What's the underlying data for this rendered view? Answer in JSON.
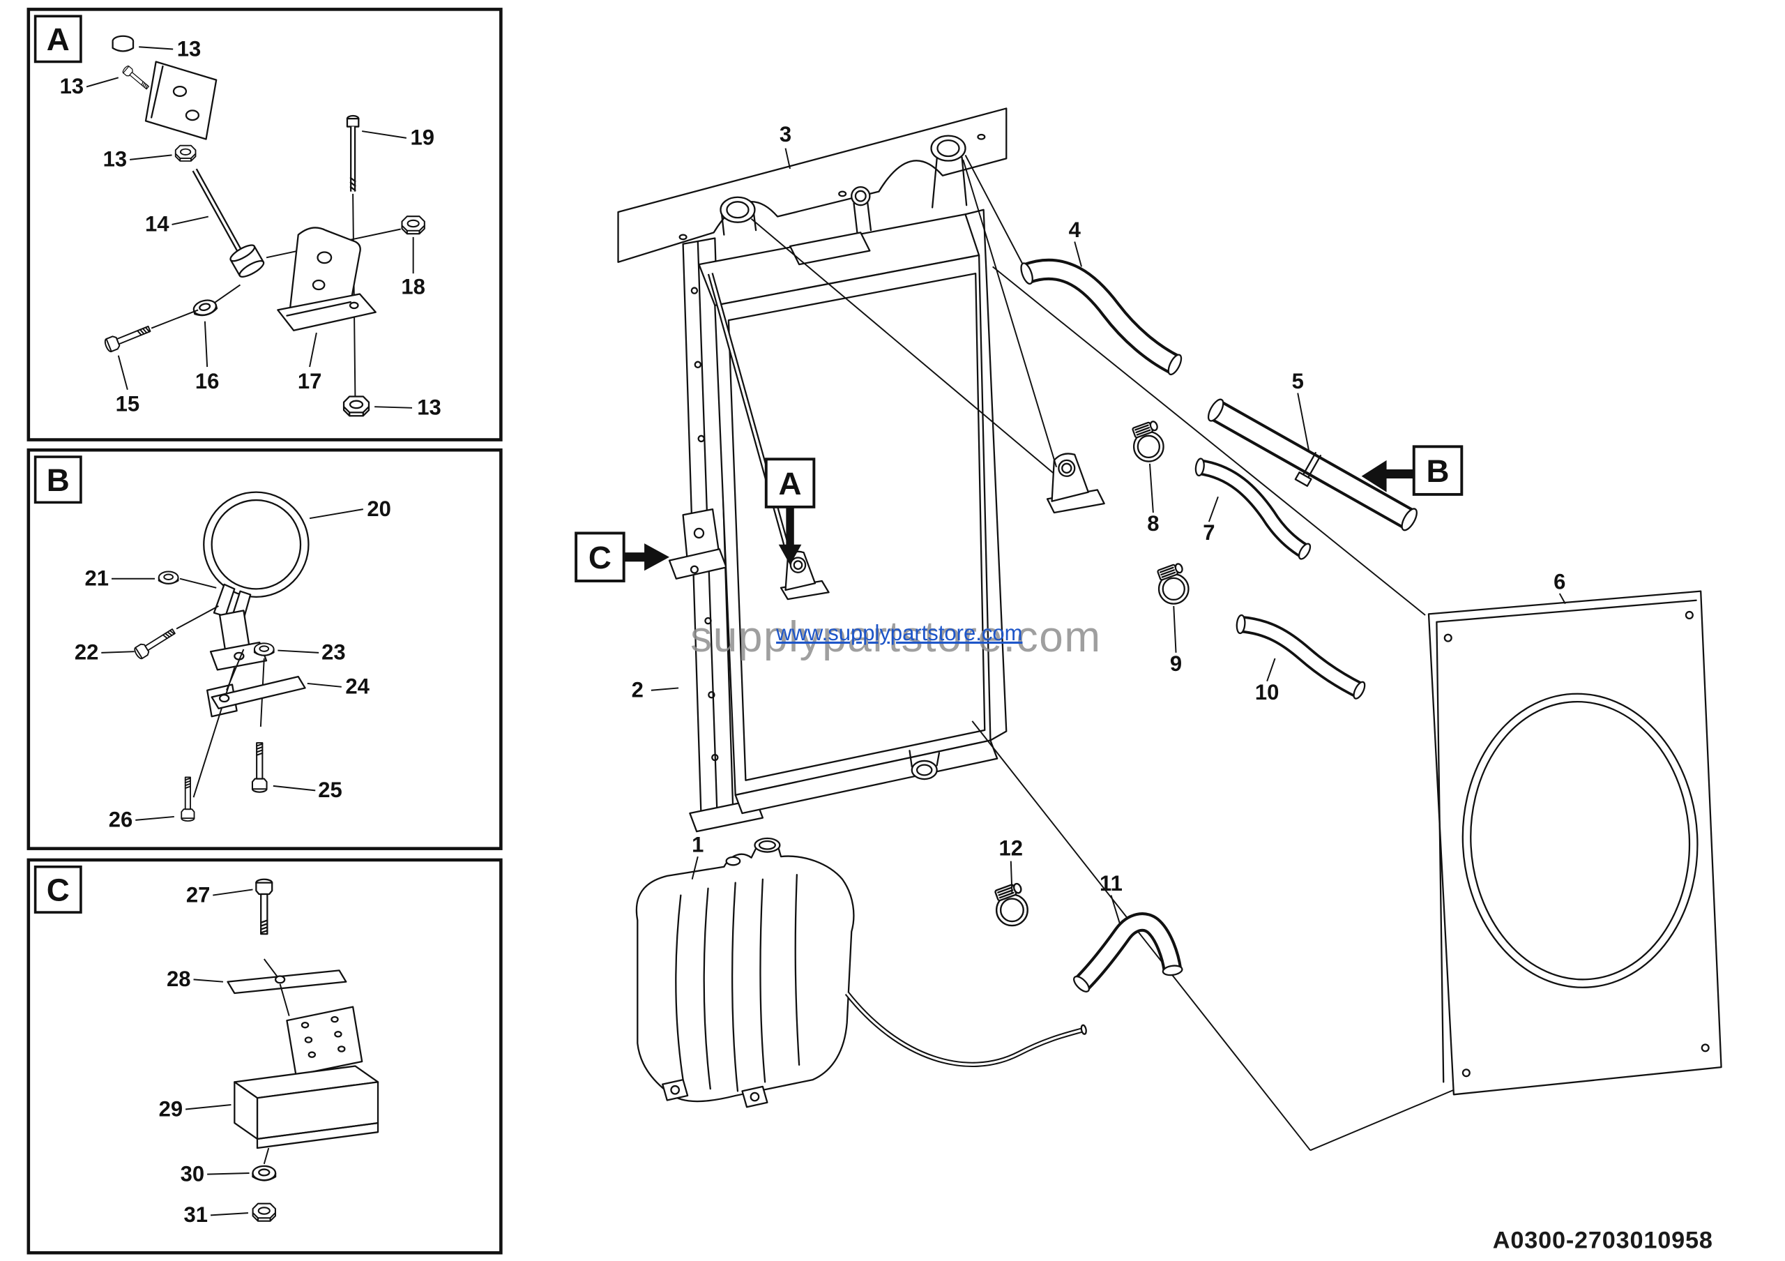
{
  "doc": {
    "part_number": "A0300-2703010958",
    "watermark_text": "supplypartstore.com",
    "watermark_url": "www.supplypartstore.com"
  },
  "details": {
    "a": {
      "label": "A",
      "c13_top": "13",
      "c13_left": "13",
      "c13_mid": "13",
      "c14": "14",
      "c19": "19",
      "c18": "18",
      "c16": "16",
      "c17": "17",
      "c15": "15",
      "c13_bot": "13"
    },
    "b": {
      "label": "B",
      "c20": "20",
      "c21": "21",
      "c22": "22",
      "c23": "23",
      "c24": "24",
      "c25": "25",
      "c26": "26"
    },
    "c": {
      "label": "C",
      "c27": "27",
      "c28": "28",
      "c29": "29",
      "c30": "30",
      "c31": "31"
    }
  },
  "main": {
    "ref_a": "A",
    "ref_b": "B",
    "ref_c": "C",
    "c1": "1",
    "c2": "2",
    "c3": "3",
    "c4": "4",
    "c5": "5",
    "c6": "6",
    "c7": "7",
    "c8": "8",
    "c9": "9",
    "c10": "10",
    "c11": "11",
    "c12": "12"
  }
}
